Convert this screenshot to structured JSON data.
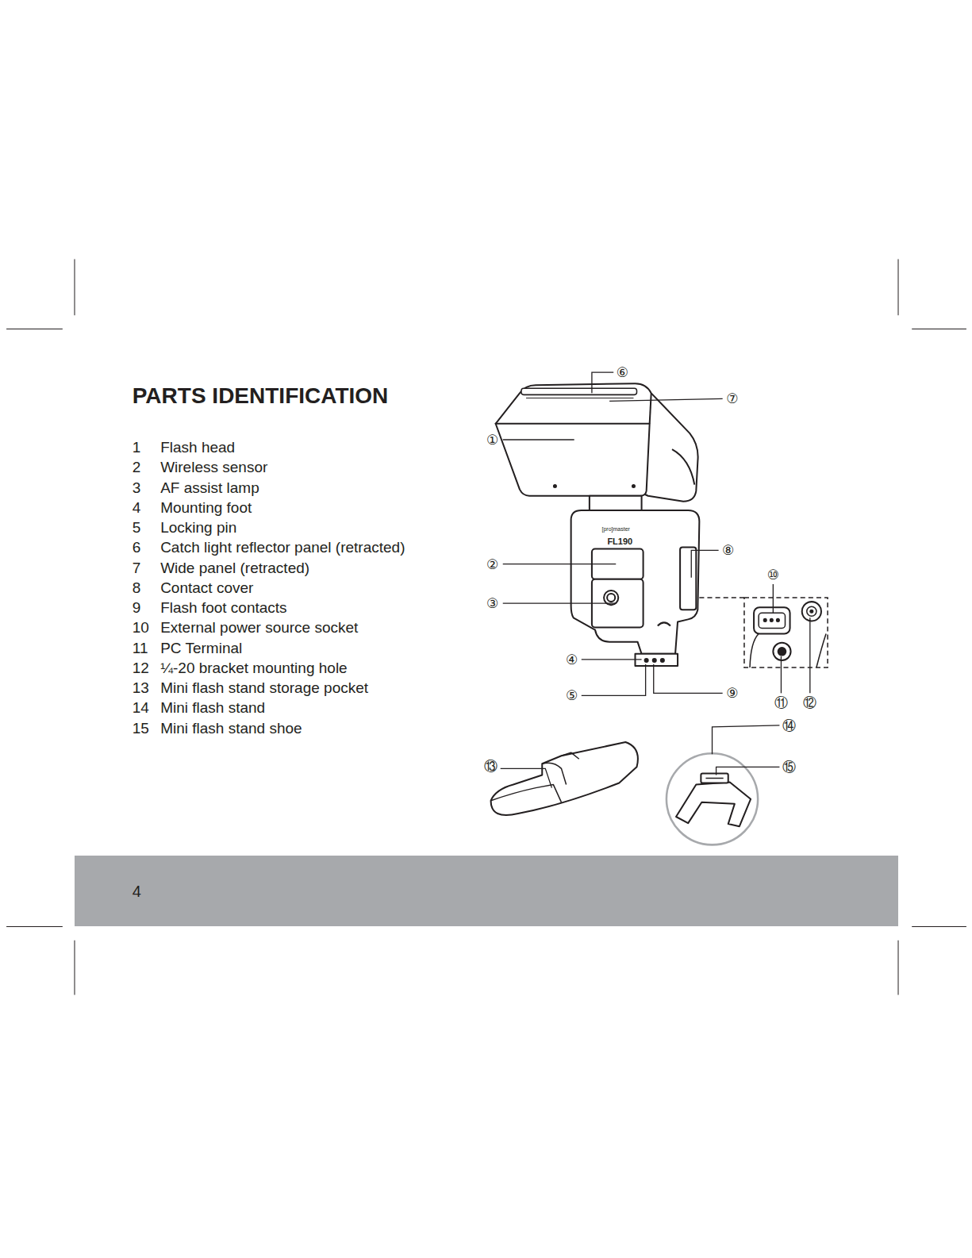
{
  "diagram": {
    "title": "PARTS IDENTIFICATION",
    "nodes": [
      {
        "text": [
          "4"
        ]
      }
    ],
    "edges": [],
    "labels": [
      "1",
      "Flash head",
      "2",
      "Wireless sensor",
      "3",
      "AF assist lamp",
      "4",
      "Mounting foot",
      "5",
      "Locking pin",
      "6",
      "Catch light reflector panel (retracted)",
      "7",
      "Wide panel (retracted)",
      "8",
      "Contact cover",
      "9",
      "Flash foot contacts",
      "10",
      "External power source socket",
      "11",
      "PC Terminal",
      "12",
      "¼-20 bracket mounting hole",
      "13",
      "Mini flash stand storage pocket",
      "14",
      "Mini flash stand",
      "15",
      "Mini flash stand shoe",
      "[pro]master",
      "FL190",
      "⑥",
      "⑦",
      "①",
      "⑧",
      "⑩",
      "②",
      "③",
      "④",
      "⑤",
      "⑨",
      "⑪",
      "⑫",
      "⑭",
      "⑬",
      "⑮"
    ]
  }
}
